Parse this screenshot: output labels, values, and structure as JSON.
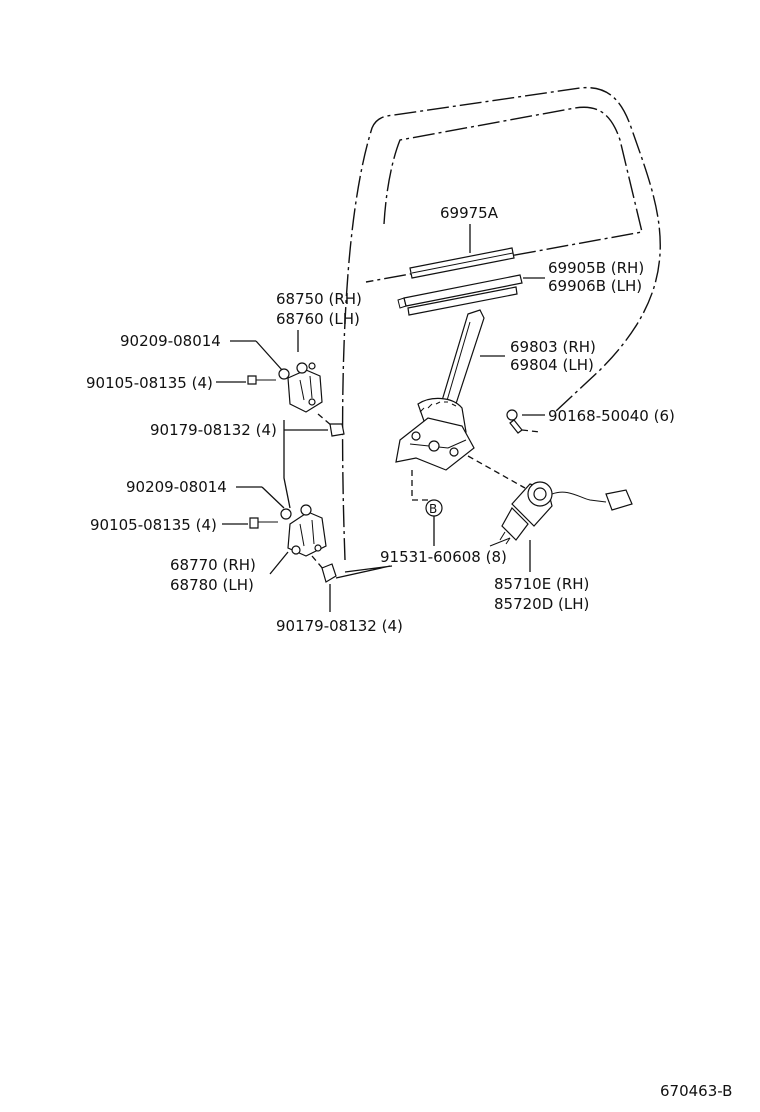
{
  "labels": {
    "p69975a": "69975A",
    "p69905b": "69905B (RH)",
    "p69906b": "69906B (LH)",
    "p68750": "68750 (RH)",
    "p68760": "68760 (LH)",
    "p69803": "69803 (RH)",
    "p69804": "69804 (LH)",
    "p90209a": "90209-08014",
    "p90105a": "90105-08135 (4)",
    "p90179a": "90179-08132 (4)",
    "p90168": "90168-50040 (6)",
    "p90209b": "90209-08014",
    "p90105b": "90105-08135 (4)",
    "p91531": "91531-60608 (8)",
    "p68770": "68770 (RH)",
    "p68780": "68780 (LH)",
    "p85710e": "85710E (RH)",
    "p85720d": "85720D (LH)",
    "p90179b": "90179-08132 (4)",
    "callout_b": "B",
    "diagram_id": "670463-B"
  }
}
